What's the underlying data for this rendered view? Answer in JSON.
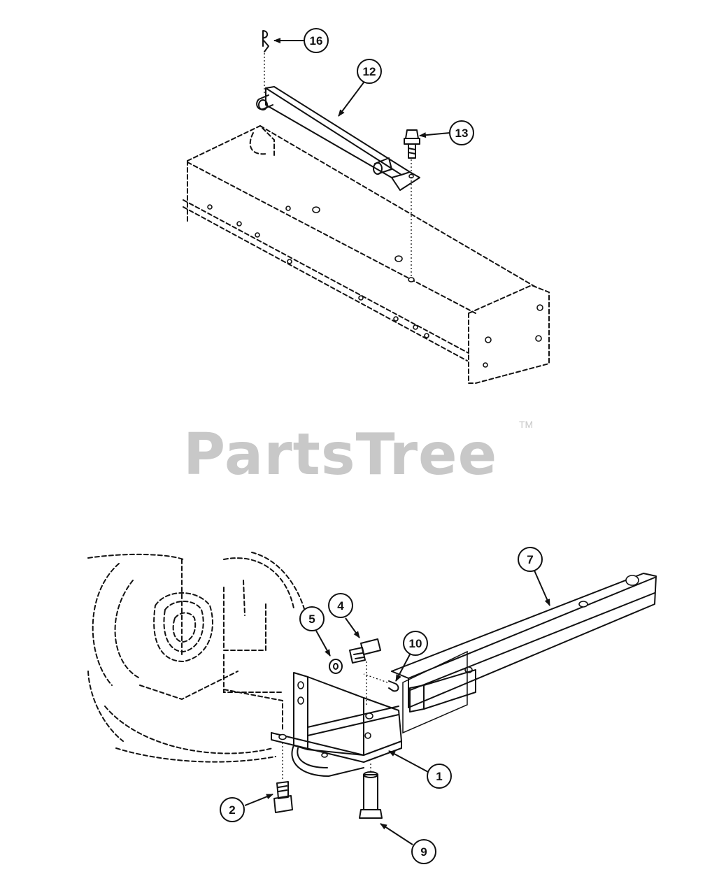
{
  "watermark": {
    "text": "PartsTree",
    "trademark": "TM"
  },
  "callouts": [
    {
      "number": "16"
    },
    {
      "number": "12"
    },
    {
      "number": "13"
    },
    {
      "number": "7"
    },
    {
      "number": "5"
    },
    {
      "number": "4"
    },
    {
      "number": "10"
    },
    {
      "number": "1"
    },
    {
      "number": "2"
    },
    {
      "number": "9"
    }
  ]
}
